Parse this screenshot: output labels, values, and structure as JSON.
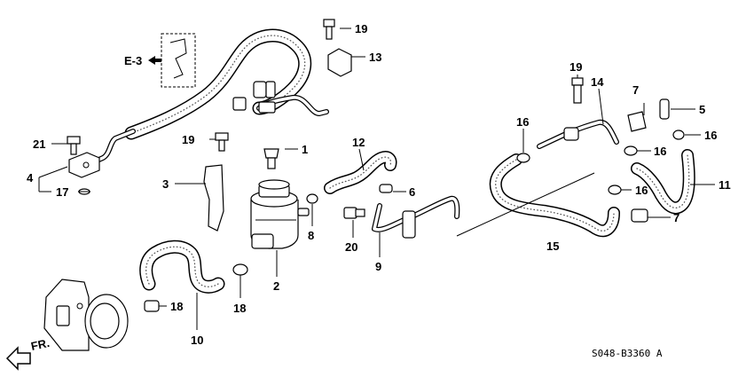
{
  "callouts": [
    {
      "id": "c1",
      "text": "1"
    },
    {
      "id": "c2",
      "text": "2"
    },
    {
      "id": "c3",
      "text": "3"
    },
    {
      "id": "c4",
      "text": "4"
    },
    {
      "id": "c5",
      "text": "5"
    },
    {
      "id": "c6",
      "text": "6"
    },
    {
      "id": "c7a",
      "text": "7"
    },
    {
      "id": "c7b",
      "text": "7"
    },
    {
      "id": "c8",
      "text": "8"
    },
    {
      "id": "c9",
      "text": "9"
    },
    {
      "id": "c10",
      "text": "10"
    },
    {
      "id": "c11",
      "text": "11"
    },
    {
      "id": "c12",
      "text": "12"
    },
    {
      "id": "c13",
      "text": "13"
    },
    {
      "id": "c14",
      "text": "14"
    },
    {
      "id": "c15",
      "text": "15"
    },
    {
      "id": "c16a",
      "text": "16"
    },
    {
      "id": "c16b",
      "text": "16"
    },
    {
      "id": "c16c",
      "text": "16"
    },
    {
      "id": "c16d",
      "text": "16"
    },
    {
      "id": "c17",
      "text": "17"
    },
    {
      "id": "c18a",
      "text": "18"
    },
    {
      "id": "c18b",
      "text": "18"
    },
    {
      "id": "c19a",
      "text": "19"
    },
    {
      "id": "c19b",
      "text": "19"
    },
    {
      "id": "c19c",
      "text": "19"
    },
    {
      "id": "c20",
      "text": "20"
    },
    {
      "id": "c21",
      "text": "21"
    }
  ],
  "reference": {
    "text": "E-3"
  },
  "direction": {
    "text": "FR."
  },
  "diagram_code": {
    "text": "S048-B3360 A"
  }
}
